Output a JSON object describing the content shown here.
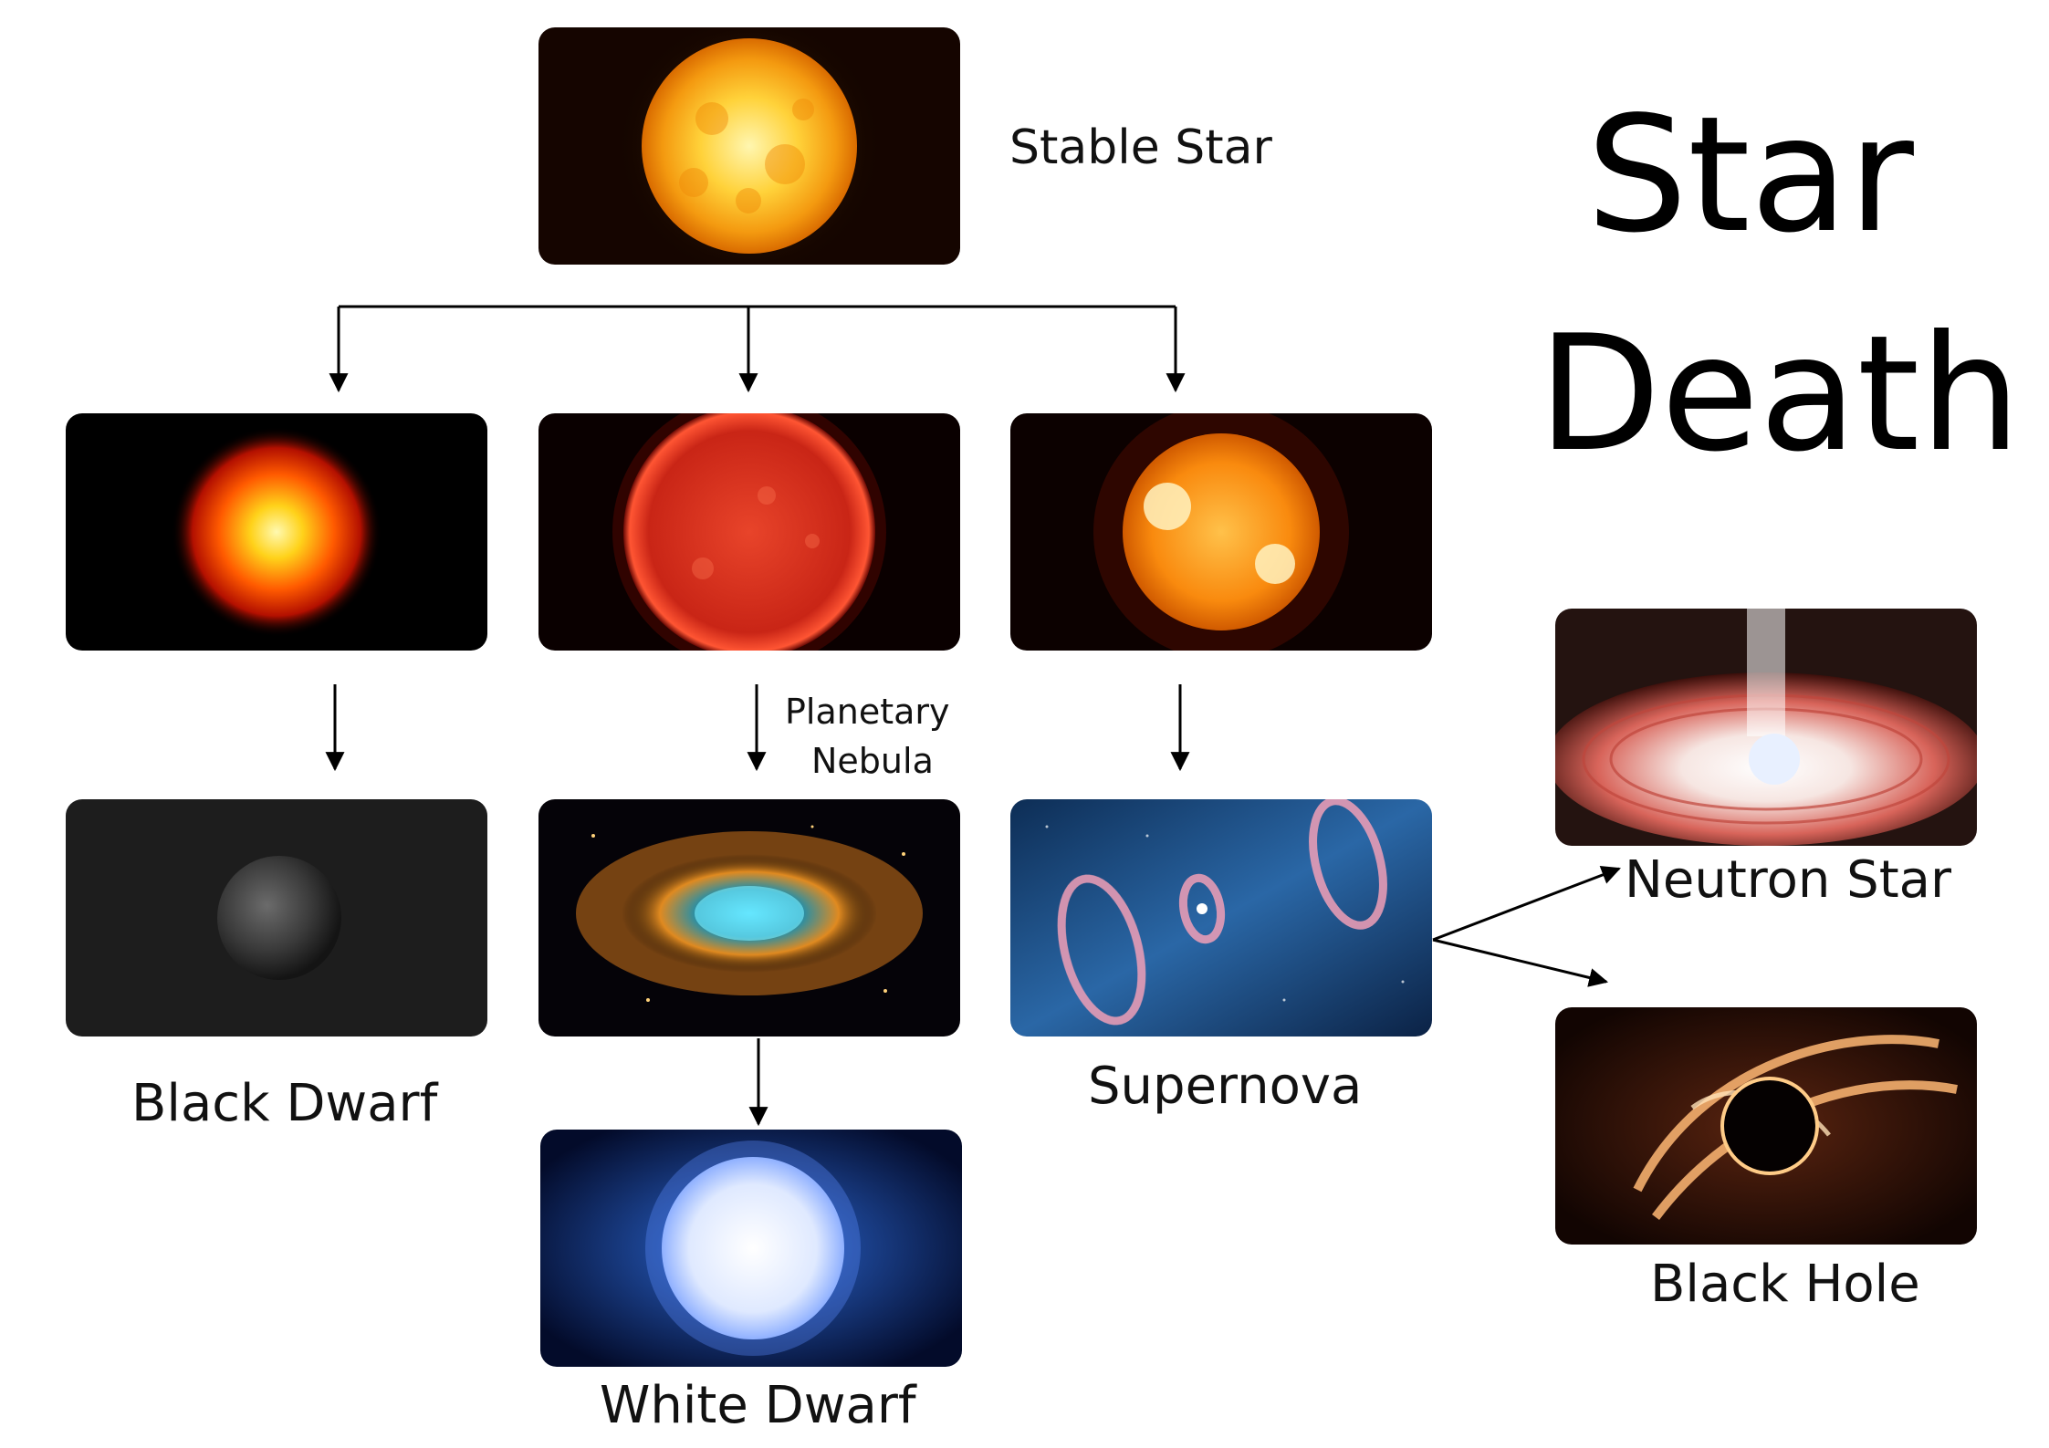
{
  "title": {
    "line1": "Star",
    "line2": "Death"
  },
  "nodes": {
    "stable_star": "Stable Star",
    "planetary_nebula_line1": "Planetary",
    "planetary_nebula_line2": "Nebula",
    "black_dwarf": "Black Dwarf",
    "white_dwarf": "White Dwarf",
    "supernova": "Supernova",
    "neutron_star": "Neutron Star",
    "black_hole": "Black Hole"
  },
  "colors": {
    "background": "#ffffff",
    "arrow": "#000000",
    "text": "#111111"
  }
}
